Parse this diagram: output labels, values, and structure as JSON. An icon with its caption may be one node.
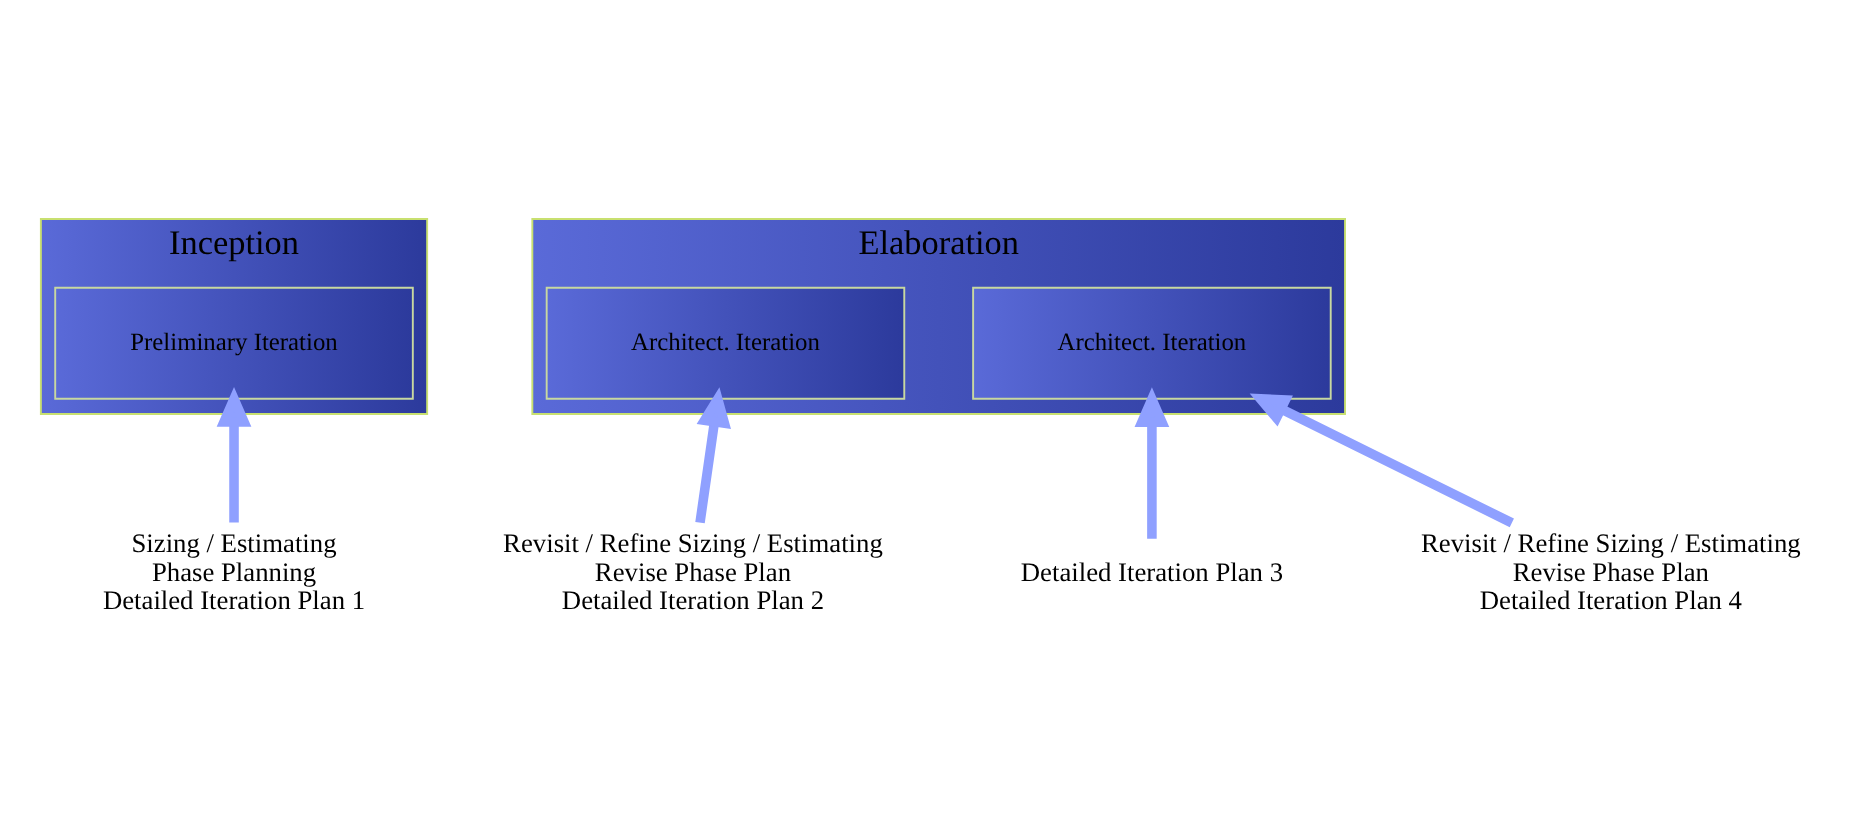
{
  "diagram": {
    "nodes": [
      {
        "text": [
          "Inception"
        ]
      },
      {
        "text": [
          "Preliminary Iteration"
        ],
        "in": 0
      },
      {
        "text": [
          "Elaboration"
        ]
      },
      {
        "text": [
          "Architect. Iteration"
        ],
        "in": 2
      },
      {
        "text": [
          "Architect. Iteration"
        ],
        "in": 2
      },
      {
        "text": [
          "Sizing / Estimating",
          "Phase Planning",
          "Detailed Iteration Plan 1"
        ]
      },
      {
        "text": [
          "Revisit / Refine Sizing / Estimating",
          "Revise Phase Plan",
          "Detailed Iteration Plan 2"
        ]
      },
      {
        "text": [
          "Detailed Iteration Plan 3"
        ]
      },
      {
        "text": [
          "Revisit / Refine Sizing / Estimating",
          "Revise Phase Plan",
          "Detailed Iteration Plan 4"
        ]
      }
    ],
    "edges": [
      {
        "from": 5,
        "to": 1,
        "arrow": "to"
      },
      {
        "from": 6,
        "to": 3,
        "arrow": "to"
      },
      {
        "from": 7,
        "to": 4,
        "arrow": "to"
      },
      {
        "from": 8,
        "to": 4,
        "arrow": "to"
      }
    ]
  }
}
